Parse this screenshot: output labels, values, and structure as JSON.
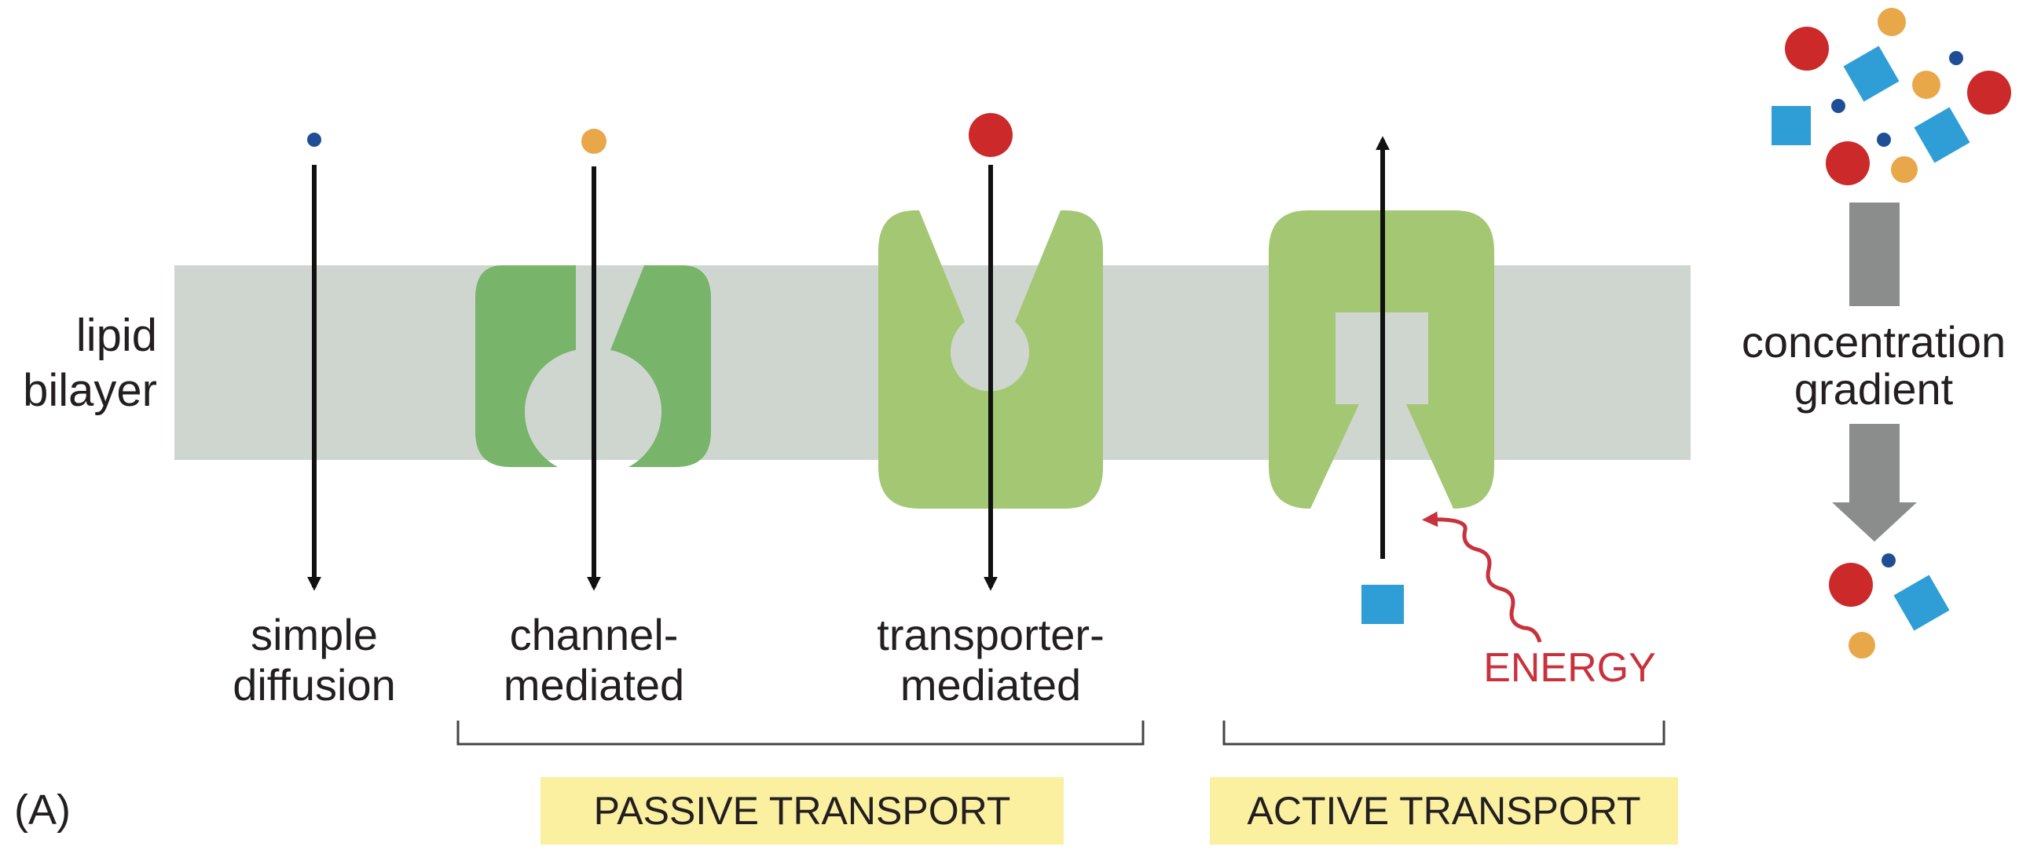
{
  "panel_label": "(A)",
  "membrane": {
    "label_line1": "lipid",
    "label_line2": "bilayer"
  },
  "mechanisms": [
    {
      "line1": "simple",
      "line2": "diffusion"
    },
    {
      "line1": "channel-",
      "line2": "mediated"
    },
    {
      "line1": "transporter-",
      "line2": "mediated"
    }
  ],
  "energy_label": "ENERGY",
  "gradient": {
    "line1": "concentration",
    "line2": "gradient"
  },
  "groups": {
    "passive": "PASSIVE TRANSPORT",
    "active": "ACTIVE TRANSPORT"
  },
  "colors": {
    "membrane": "#cfd6d0",
    "channel_protein": "#78b46a",
    "transporter_protein": "#a3c773",
    "arrow": "#111111",
    "red_solute": "#cc2a2a",
    "orange_solute": "#e8a84a",
    "navy_solute": "#1f4e96",
    "blue_solute": "#2f9ed6",
    "energy": "#c8323c",
    "gradient_arrow": "#8b8d8c",
    "label_box": "#fbefa0"
  }
}
